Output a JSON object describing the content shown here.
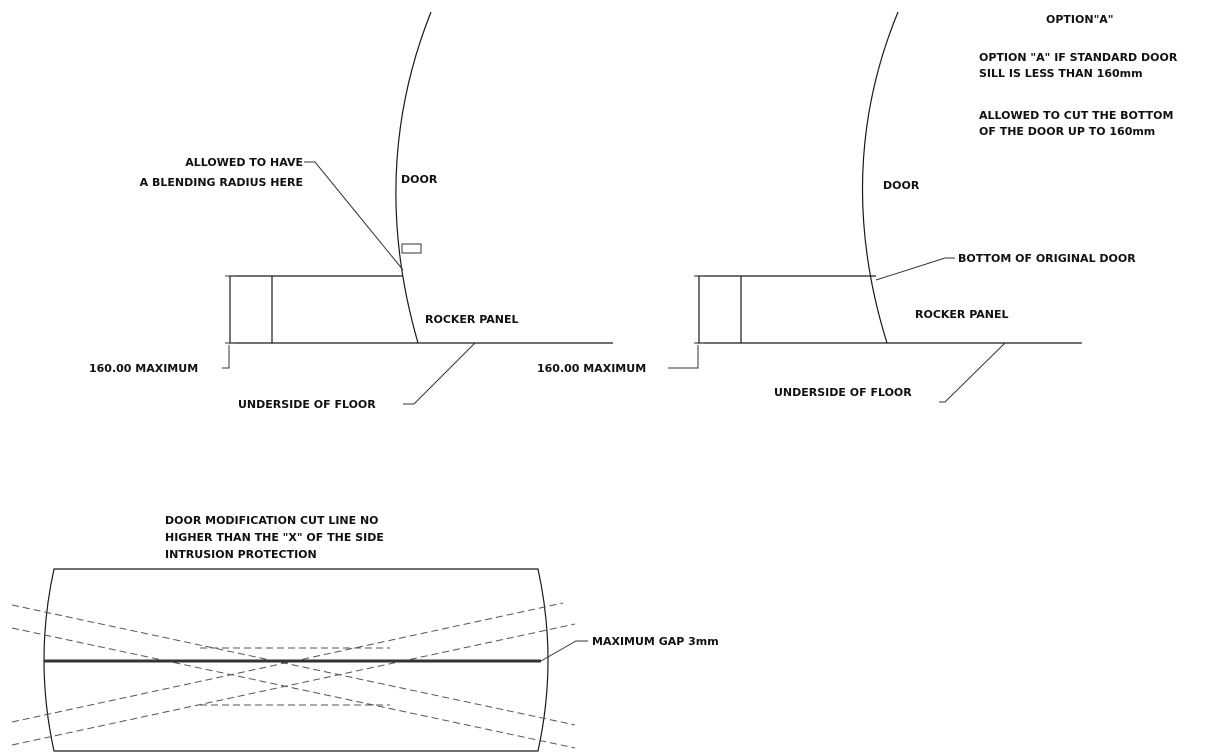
{
  "left_detail": {
    "blend_label_line1": "ALLOWED TO HAVE",
    "blend_label_line2": "A BLENDING RADIUS HERE",
    "door_label": "DOOR",
    "rocker_label": "ROCKER PANEL",
    "max_label": "160.00 MAXIMUM",
    "floor_label": "UNDERSIDE OF FLOOR"
  },
  "right_detail": {
    "option_title": "OPTION\"A\"",
    "option_note_line1": "OPTION \"A\" IF STANDARD DOOR",
    "option_note_line2": "SILL IS LESS THAN 160mm",
    "cut_note_line1": "ALLOWED TO CUT THE BOTTOM",
    "cut_note_line2": "OF THE DOOR UP TO 160mm",
    "door_label": "DOOR",
    "original_door_label": "BOTTOM OF ORIGINAL DOOR",
    "rocker_label": "ROCKER PANEL",
    "max_label": "160.00 MAXIMUM",
    "floor_label": "UNDERSIDE OF FLOOR"
  },
  "bottom_detail": {
    "cut_note_line1": "DOOR MODIFICATION CUT LINE NO",
    "cut_note_line2": "HIGHER THAN THE \"X\" OF THE SIDE",
    "cut_note_line3": "INTRUSION PROTECTION",
    "gap_label": "MAXIMUM GAP 3mm"
  }
}
